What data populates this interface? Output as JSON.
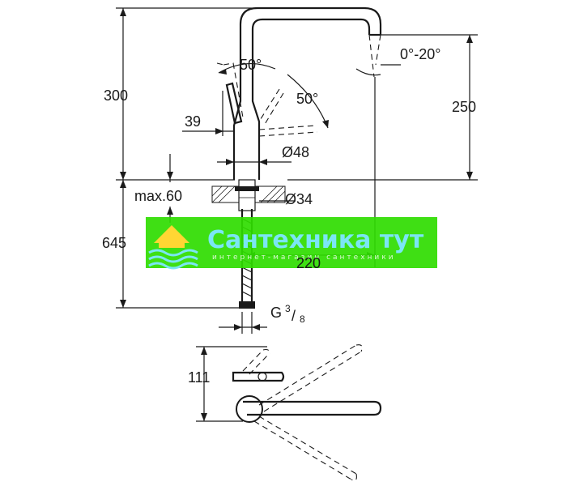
{
  "dimensions": {
    "height_300": "300",
    "height_250": "250",
    "angle_left": "50°",
    "angle_right": "50°",
    "swivel": "0°-20°",
    "d39": "39",
    "diam48": "Ø48",
    "max60": "max.60",
    "diam34": "Ø34",
    "height_645": "645",
    "reach_220": "220",
    "thread_main": "G",
    "thread_num": "3",
    "thread_den": "8",
    "height_111": "111"
  },
  "watermark": {
    "title": "Сантехника тут",
    "subtitle": "интернет-магазин сантехники",
    "background": "#2fdc00",
    "text_color": "#7be6f5",
    "accent_color": "#ffd633"
  }
}
